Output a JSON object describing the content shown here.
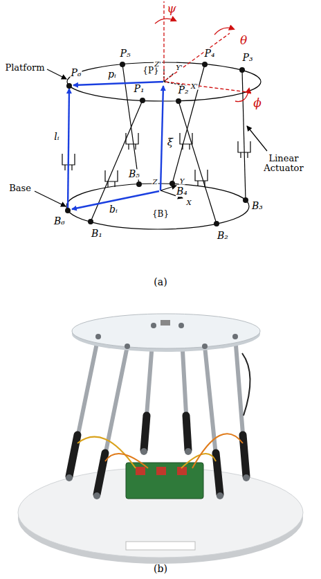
{
  "diagram": {
    "labels": [
      "ψ",
      "θ",
      "ϕ",
      "P₆",
      "P₅",
      "P₄",
      "P₃",
      "P₁",
      "P₂",
      "{P}",
      "Z'",
      "Y'",
      "X'",
      "pᵢ",
      "lᵢ",
      "ξ",
      "Z",
      "Y",
      "X",
      "{B}",
      "bᵢ",
      "B₆",
      "B₁",
      "B₅",
      "B₄",
      "B₃",
      "B₂",
      "Platform",
      "Base",
      "Linear Actuator",
      "(a)",
      "(b)"
    ]
  }
}
